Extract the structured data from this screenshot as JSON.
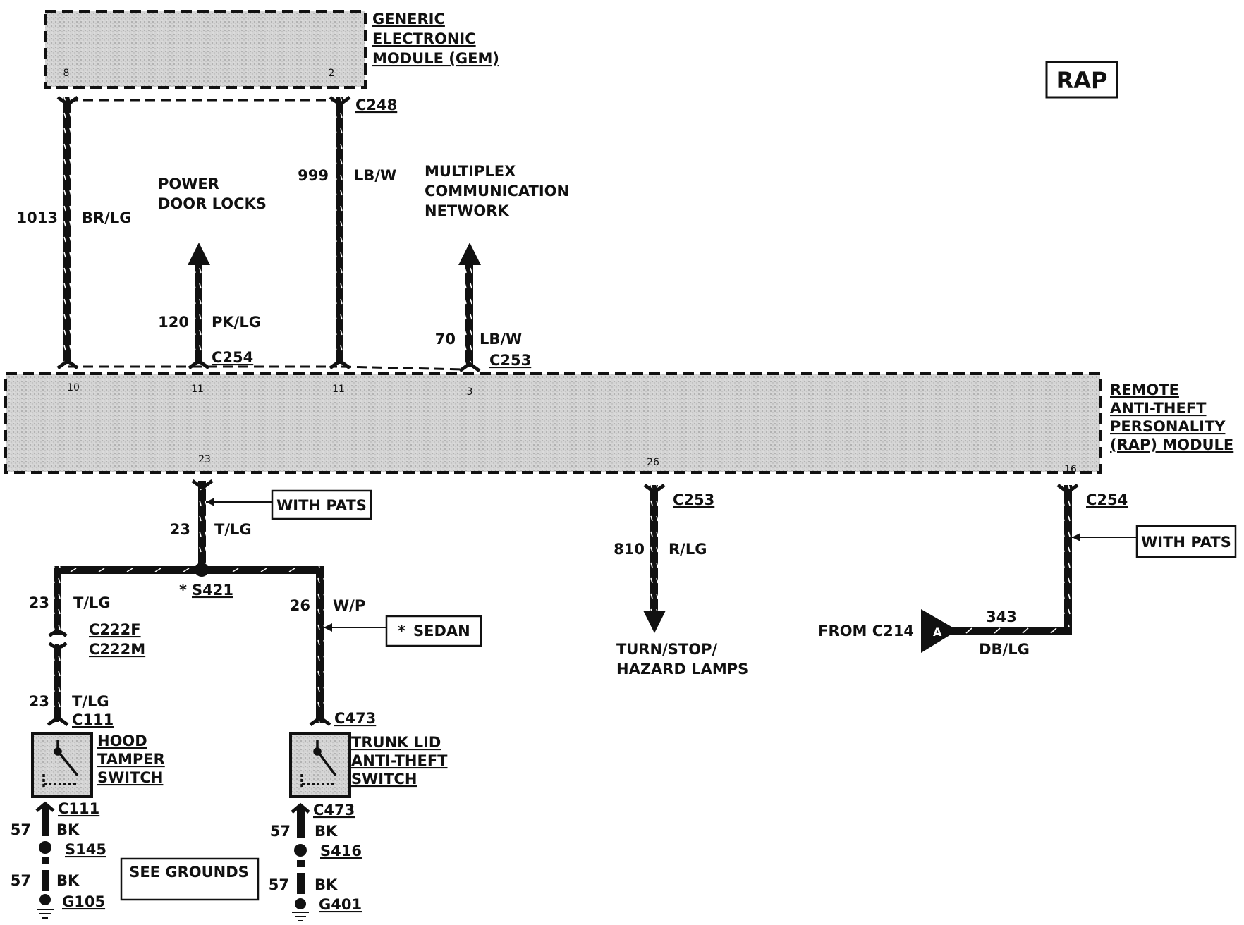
{
  "badge": {
    "text": "RAP"
  },
  "colors": {
    "ink": "#111111",
    "module_fill": "#cfcfcf",
    "background": "#ffffff"
  },
  "modules": {
    "gem": {
      "name_lines": [
        "GENERIC",
        "ELECTRONIC",
        "MODULE (GEM)"
      ],
      "pin_8": "8",
      "pin_2": "2"
    },
    "rap": {
      "name_lines": [
        "REMOTE",
        "ANTI-THEFT",
        "PERSONALITY",
        "(RAP) MODULE"
      ],
      "pin_10": "10",
      "pin_11a": "11",
      "pin_11b": "11",
      "pin_3": "3",
      "pin_23": "23",
      "pin_26": "26",
      "pin_16": "16"
    }
  },
  "connectors": {
    "c248": "C248",
    "c254_top": "C254",
    "c253_top": "C253",
    "c253_mid": "C253",
    "c254_mid": "C254",
    "c222f": "C222F",
    "c222m": "C222M",
    "c111_top": "C111",
    "c111_bottom": "C111",
    "c473_top": "C473",
    "c473_bottom": "C473"
  },
  "splices": {
    "s421": "S421",
    "s421_star": "*",
    "s145": "S145",
    "s416": "S416"
  },
  "grounds": {
    "g105": "G105",
    "g401": "G401"
  },
  "wires": {
    "w1013": {
      "circuit": "1013",
      "color": "BR/LG"
    },
    "w999": {
      "circuit": "999",
      "color": "LB/W"
    },
    "w120": {
      "circuit": "120",
      "color": "PK/LG"
    },
    "w70": {
      "circuit": "70",
      "color": "LB/W"
    },
    "w23_top": {
      "circuit": "23",
      "color": "T/LG"
    },
    "w23_left": {
      "circuit": "23",
      "color": "T/LG"
    },
    "w23_lower": {
      "circuit": "23",
      "color": "T/LG"
    },
    "w26": {
      "circuit": "26",
      "color": "W/P"
    },
    "w810": {
      "circuit": "810",
      "color": "R/LG"
    },
    "w343": {
      "circuit": "343",
      "color": "DB/LG"
    },
    "w57_a": {
      "circuit": "57",
      "color": "BK"
    },
    "w57_b": {
      "circuit": "57",
      "color": "BK"
    },
    "w57_c": {
      "circuit": "57",
      "color": "BK"
    },
    "w57_d": {
      "circuit": "57",
      "color": "BK"
    }
  },
  "destinations": {
    "power_door_locks": [
      "POWER",
      "DOOR LOCKS"
    ],
    "multiplex": [
      "MULTIPLEX",
      "COMMUNICATION",
      "NETWORK"
    ],
    "turn_stop": [
      "TURN/STOP/",
      "HAZARD LAMPS"
    ],
    "from_c214": "FROM C214",
    "from_c214_marker": "A"
  },
  "notes": {
    "with_pats_left": "WITH PATS",
    "with_pats_right": "WITH PATS",
    "sedan_star": "*",
    "sedan": "SEDAN",
    "see_grounds": "SEE GROUNDS"
  },
  "components": {
    "hood_switch": [
      "HOOD",
      "TAMPER",
      "SWITCH"
    ],
    "trunk_switch": [
      "TRUNK LID",
      "ANTI-THEFT",
      "SWITCH"
    ]
  }
}
